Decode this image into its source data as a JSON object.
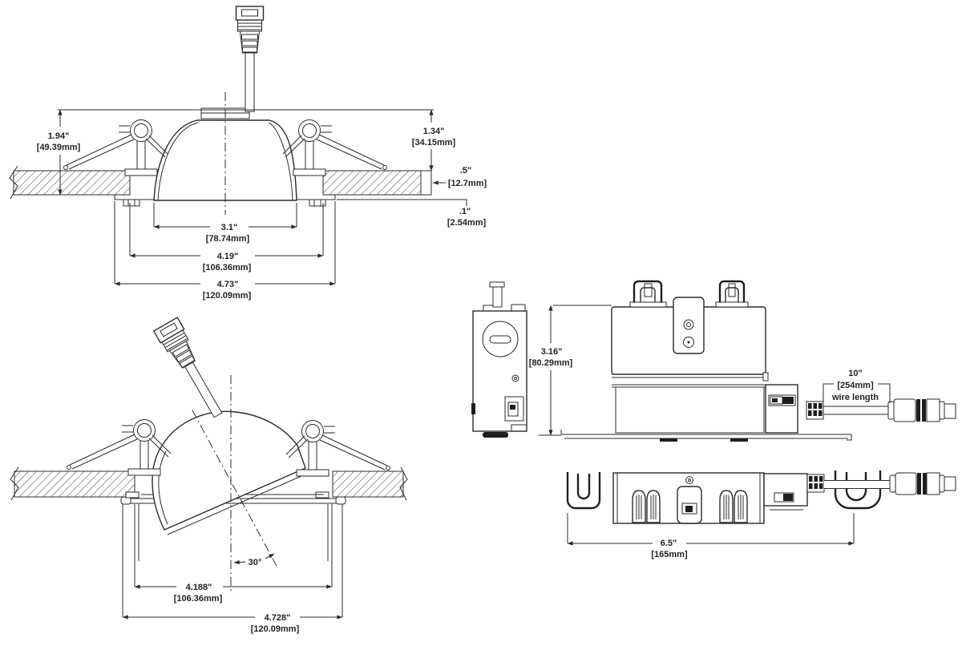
{
  "colors": {
    "ink": "#2b2b2b",
    "text": "#231f20",
    "paper": "#ffffff"
  },
  "views": {
    "installed_section": {
      "dims": {
        "protrusion": {
          "in": "1.94\"",
          "mm": "[49.39mm]"
        },
        "spring_height": {
          "in": "1.34\"",
          "mm": "[34.15mm]"
        },
        "ceiling_thickness": {
          "in": ".5\"",
          "mm": "[12.7mm]"
        },
        "trim_reveal": {
          "in": ".1\"",
          "mm": "[2.54mm]"
        },
        "aperture": {
          "in": "3.1\"",
          "mm": "[78.74mm]"
        },
        "cutout": {
          "in": "4.19\"",
          "mm": "[106.36mm]"
        },
        "trim_od": {
          "in": "4.73\"",
          "mm": "[120.09mm]"
        }
      }
    },
    "tilted_section": {
      "dims": {
        "tilt_angle": {
          "deg": "30°"
        },
        "cutout": {
          "in": "4.188\"",
          "mm": "[106.36mm]"
        },
        "trim_od": {
          "in": "4.728\"",
          "mm": "[120.09mm]"
        }
      }
    },
    "housing_front": {
      "dims": {
        "height": {
          "in": "3.16\"",
          "mm": "[80.29mm]"
        },
        "wire": {
          "in": "10\"",
          "mm": "[254mm]",
          "note": "wire length"
        }
      }
    },
    "housing_bottom": {
      "dims": {
        "length": {
          "in": "6.5\"",
          "mm": "[165mm]"
        }
      }
    }
  }
}
